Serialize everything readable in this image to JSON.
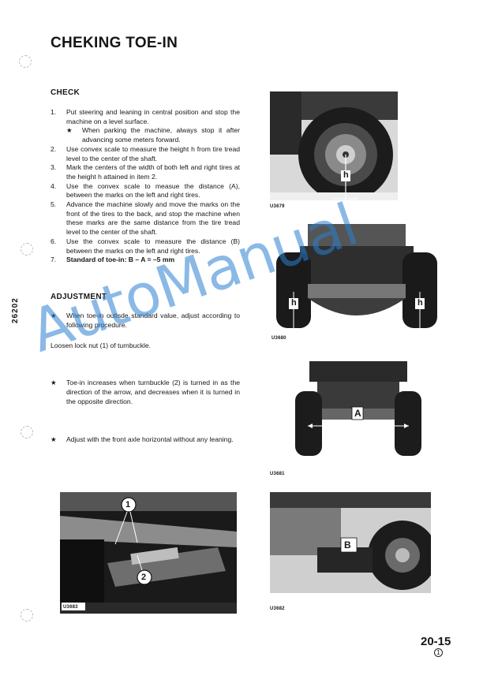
{
  "page": {
    "title": "CHEKING TOE-IN",
    "side_number": "26202",
    "page_number": "20-15",
    "page_mark": "1"
  },
  "check": {
    "heading": "CHECK",
    "steps": [
      {
        "num": "1.",
        "text": "Put steering and leaning in central position and stop the machine on a level surface.",
        "note_star": "★",
        "note": "When parking the machine, always stop it after advancing some meters forward."
      },
      {
        "num": "2.",
        "text": "Use convex scale to measure the height h from tire tread level to the center of the shaft."
      },
      {
        "num": "3.",
        "text": "Mark the centers of the width of both left and right tires at the height h attained in item 2."
      },
      {
        "num": "4.",
        "text": "Use the convex scale to measue the distance (A), between the marks on the left and right tires."
      },
      {
        "num": "5.",
        "text": "Advance the machine slowly and move the marks on the front of the tires to the back, and stop the machine when these marks are the same distance from the tire tread level to the center of the shaft."
      },
      {
        "num": "6.",
        "text": "Use the convex scale to measure the distance (B) between the marks on the left and right tires."
      },
      {
        "num": "7.",
        "text": "Standard of toe-in:  B – A = –5 mm"
      }
    ]
  },
  "adjustment": {
    "heading": "ADJUSTMENT",
    "star": "★",
    "intro": "When toe-in outisde standard value, adjust according to following procedure.",
    "loosen": "Loosen lock nut (1) of turnbuckle.",
    "bullets": [
      "Toe-in increases when turnbuckle (2) is turned in as the direction of the arrow, and decreases when it is turned in the opposite direction.",
      "Adjust with the front axle horizontal without any leaning."
    ]
  },
  "figures": {
    "u3679": {
      "caption": "U3679",
      "label": "h"
    },
    "u3680": {
      "caption": "U3680",
      "label_left": "h",
      "label_right": "h"
    },
    "u3681": {
      "caption": "U3681",
      "label": "A"
    },
    "u3682": {
      "caption": "U3682",
      "label": "B"
    },
    "u3683": {
      "caption": "U3683",
      "label_1": "1",
      "label_2": "2"
    }
  },
  "watermark": "AutoManual"
}
